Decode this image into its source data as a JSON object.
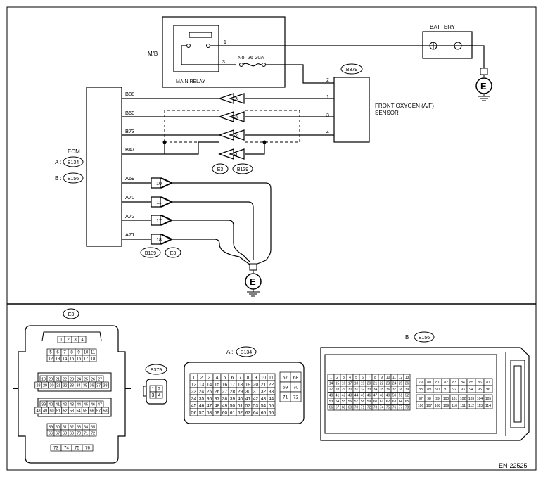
{
  "labels": {
    "mb": "M/B",
    "main_relay": "MAIN RELAY",
    "fuse": "No. 26  20A",
    "relay_pin1": "1",
    "relay_pin3": "3",
    "battery": "BATTERY",
    "ecm": "ECM",
    "ecm_conn_a_prefix": "A :",
    "ecm_conn_b_prefix": "B :",
    "sensor_line1": "FRONT OXYGEN (A/F)",
    "sensor_line2": "SENSOR",
    "ground": "E",
    "figure_id": "EN-22525",
    "e156_prefix": "B :",
    "b134_prefix": "A :"
  },
  "connectors": {
    "b379": "B379",
    "b134": "B134",
    "e156": "E156",
    "e3": "E3",
    "b139": "B139"
  },
  "ecm_terminals_upper": [
    "B88",
    "B60",
    "B73",
    "B47"
  ],
  "sensor_pins": [
    "2",
    "1",
    "3",
    "4"
  ],
  "joint_pins_upper": [
    "13",
    "63",
    "62",
    "64"
  ],
  "ecm_terminals_lower": [
    "A69",
    "A70",
    "A72",
    "A71"
  ],
  "joint_pins_lower": [
    "10",
    "11",
    "17",
    "18"
  ],
  "e3_pins": {
    "rows": [
      [
        "1",
        "2",
        "3",
        "4"
      ],
      [
        "5",
        "6",
        "7",
        "8",
        "9",
        "10",
        "11"
      ],
      [
        "12",
        "13",
        "14",
        "15",
        "16",
        "17",
        "18"
      ],
      [
        "19",
        "20",
        "21",
        "22",
        "23",
        "24",
        "25",
        "26",
        "27"
      ],
      [
        "28",
        "29",
        "30",
        "31",
        "32",
        "33",
        "34",
        "35",
        "36",
        "37",
        "38"
      ],
      [
        "39",
        "40",
        "41",
        "42",
        "43",
        "44",
        "45",
        "46",
        "47"
      ],
      [
        "48",
        "49",
        "50",
        "51",
        "52",
        "53",
        "54",
        "55",
        "56",
        "57",
        "58"
      ],
      [
        "59",
        "60",
        "61",
        "62",
        "63",
        "64",
        "65"
      ],
      [
        "66",
        "67",
        "68",
        "69",
        "70",
        "71",
        "72"
      ],
      [
        "73",
        "74",
        "75",
        "76"
      ]
    ]
  },
  "b379_pins": [
    "1",
    "2",
    "3",
    "4"
  ],
  "b134_pins": {
    "main": [
      [
        "1",
        "2",
        "3",
        "4",
        "5",
        "6",
        "7",
        "8",
        "9",
        "10",
        "11"
      ],
      [
        "12",
        "13",
        "14",
        "15",
        "16",
        "17",
        "18",
        "19",
        "20",
        "21",
        "22"
      ],
      [
        "23",
        "24",
        "25",
        "26",
        "27",
        "28",
        "29",
        "30",
        "31",
        "32",
        "33"
      ],
      [
        "34",
        "35",
        "36",
        "37",
        "38",
        "39",
        "40",
        "41",
        "42",
        "43",
        "44"
      ],
      [
        "45",
        "46",
        "47",
        "48",
        "49",
        "50",
        "51",
        "52",
        "53",
        "54",
        "55"
      ],
      [
        "56",
        "57",
        "58",
        "59",
        "60",
        "61",
        "62",
        "63",
        "64",
        "65",
        "66"
      ]
    ],
    "side": [
      [
        "67",
        "68"
      ],
      [
        "69",
        "70"
      ],
      [
        "71",
        "72"
      ]
    ]
  },
  "e156_pins": {
    "left": [
      [
        "1",
        "2",
        "3",
        "4",
        "5",
        "6",
        "7",
        "8",
        "9",
        "10",
        "11",
        "12",
        "13"
      ],
      [
        "14",
        "15",
        "16",
        "17",
        "18",
        "19",
        "20",
        "21",
        "22",
        "23",
        "24",
        "25",
        "26"
      ],
      [
        "27",
        "28",
        "29",
        "30",
        "31",
        "32",
        "33",
        "34",
        "35",
        "36",
        "37",
        "38",
        "39"
      ],
      [
        "40",
        "41",
        "42",
        "43",
        "44",
        "45",
        "46",
        "47",
        "48",
        "49",
        "50",
        "51",
        "52"
      ],
      [
        "53",
        "54",
        "55",
        "56",
        "57",
        "58",
        "59",
        "60",
        "61",
        "62",
        "63",
        "64",
        "65"
      ],
      [
        "66",
        "67",
        "68",
        "69",
        "70",
        "71",
        "72",
        "73",
        "74",
        "75",
        "76",
        "77",
        "78"
      ]
    ],
    "right_top": [
      [
        "79",
        "80",
        "81",
        "82",
        "83",
        "84",
        "85",
        "86",
        "87"
      ],
      [
        "88",
        "89",
        "90",
        "91",
        "92",
        "93",
        "94",
        "95",
        "96"
      ]
    ],
    "right_bottom": [
      [
        "97",
        "98",
        "99",
        "100",
        "101",
        "102",
        "103",
        "104",
        "105"
      ],
      [
        "106",
        "107",
        "108",
        "109",
        "110",
        "111",
        "112",
        "113",
        "114"
      ]
    ]
  }
}
